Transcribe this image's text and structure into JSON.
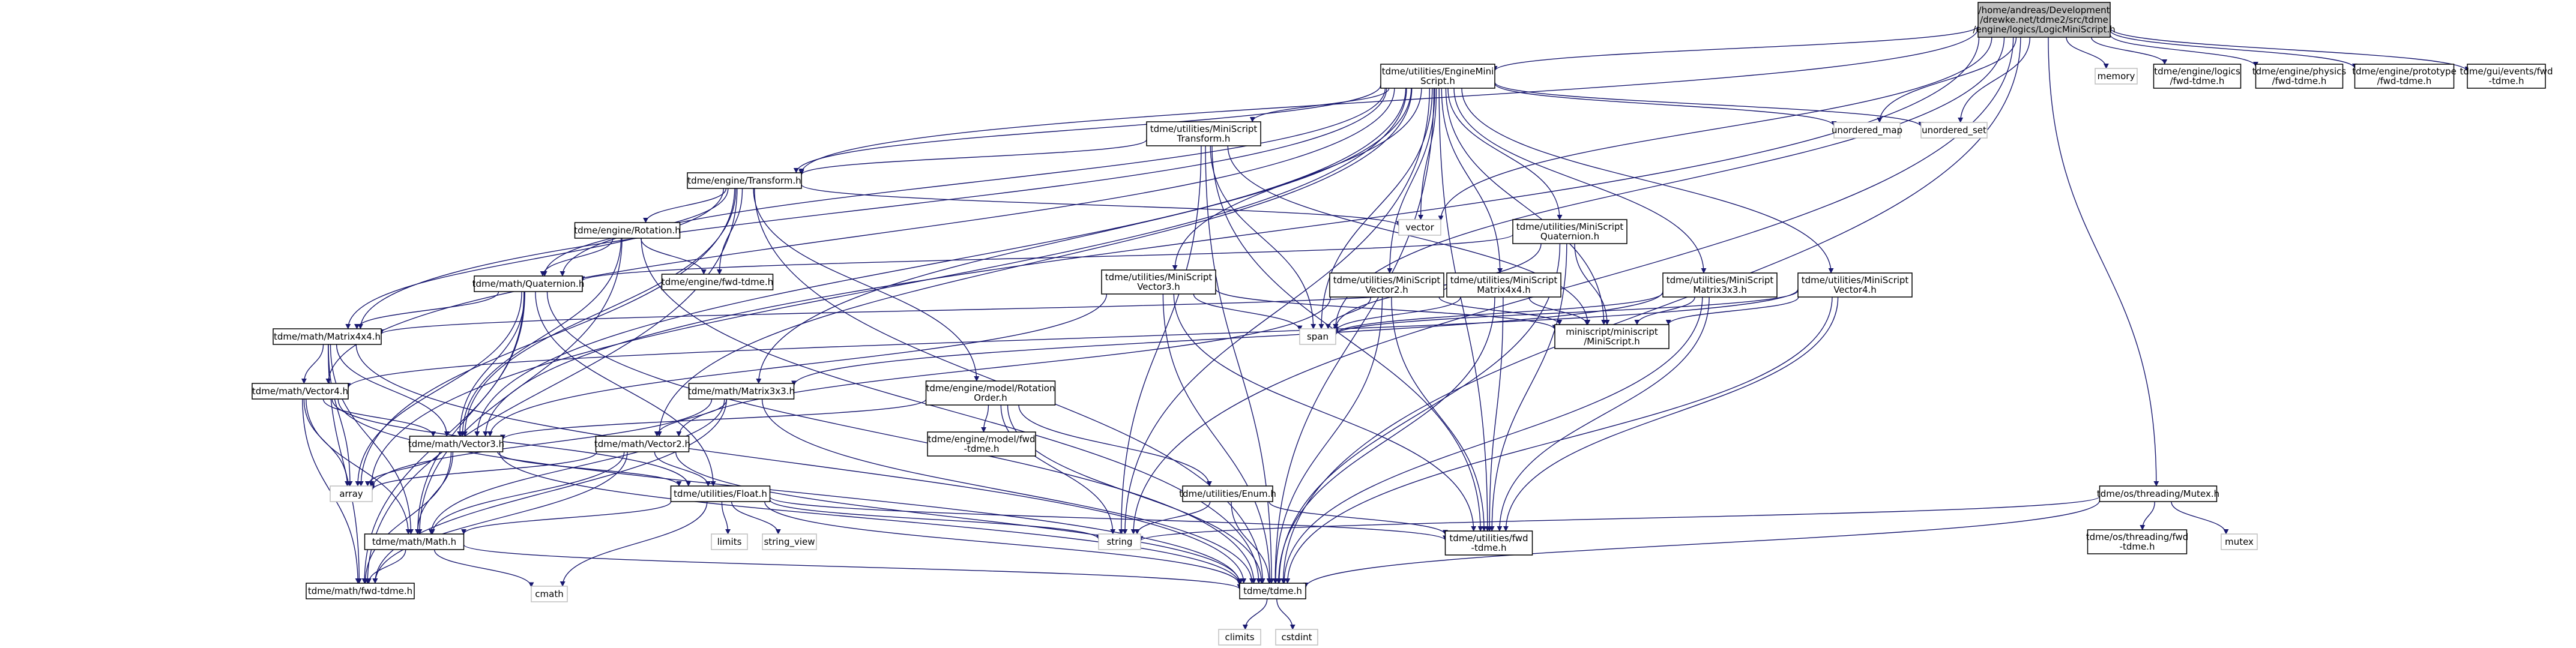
{
  "colors": {
    "edge": "#191970",
    "node_border": "#000000",
    "node_fill": "#ffffff",
    "root_fill": "#bfbfbf",
    "external_border": "#bfbfbf",
    "external_text": "#404040"
  },
  "nodes": [
    {
      "id": "root",
      "lines": [
        "/home/andreas/Development",
        "/drewke.net/tdme2/src/tdme",
        "/engine/logics/LogicMiniScript.h"
      ],
      "kind": "root"
    },
    {
      "id": "ems",
      "lines": [
        "tdme/utilities/EngineMini",
        "Script.h"
      ],
      "kind": "normal"
    },
    {
      "id": "memory",
      "lines": [
        "memory"
      ],
      "kind": "external"
    },
    {
      "id": "logics_fwd",
      "lines": [
        "tdme/engine/logics",
        "/fwd-tdme.h"
      ],
      "kind": "normal"
    },
    {
      "id": "physics_fwd",
      "lines": [
        "tdme/engine/physics",
        "/fwd-tdme.h"
      ],
      "kind": "normal"
    },
    {
      "id": "prototype_fwd",
      "lines": [
        "tdme/engine/prototype",
        "/fwd-tdme.h"
      ],
      "kind": "normal"
    },
    {
      "id": "gui_fwd",
      "lines": [
        "tdme/gui/events/fwd",
        "-tdme.h"
      ],
      "kind": "normal"
    },
    {
      "id": "ms_transform",
      "lines": [
        "tdme/utilities/MiniScript",
        "Transform.h"
      ],
      "kind": "normal"
    },
    {
      "id": "unordered_map",
      "lines": [
        "unordered_map"
      ],
      "kind": "external"
    },
    {
      "id": "unordered_set",
      "lines": [
        "unordered_set"
      ],
      "kind": "external"
    },
    {
      "id": "transform",
      "lines": [
        "tdme/engine/Transform.h"
      ],
      "kind": "normal"
    },
    {
      "id": "vector",
      "lines": [
        "vector"
      ],
      "kind": "external"
    },
    {
      "id": "ms_quaternion",
      "lines": [
        "tdme/utilities/MiniScript",
        "Quaternion.h"
      ],
      "kind": "normal"
    },
    {
      "id": "rotation",
      "lines": [
        "tdme/engine/Rotation.h"
      ],
      "kind": "normal"
    },
    {
      "id": "engine_fwd",
      "lines": [
        "tdme/engine/fwd-tdme.h"
      ],
      "kind": "normal"
    },
    {
      "id": "quaternion",
      "lines": [
        "tdme/math/Quaternion.h"
      ],
      "kind": "normal"
    },
    {
      "id": "ms_vector3",
      "lines": [
        "tdme/utilities/MiniScript",
        "Vector3.h"
      ],
      "kind": "normal"
    },
    {
      "id": "ms_vector2",
      "lines": [
        "tdme/utilities/MiniScript",
        "Vector2.h"
      ],
      "kind": "normal"
    },
    {
      "id": "ms_matrix4x4",
      "lines": [
        "tdme/utilities/MiniScript",
        "Matrix4x4.h"
      ],
      "kind": "normal"
    },
    {
      "id": "ms_matrix3x3",
      "lines": [
        "tdme/utilities/MiniScript",
        "Matrix3x3.h"
      ],
      "kind": "normal"
    },
    {
      "id": "ms_vector4",
      "lines": [
        "tdme/utilities/MiniScript",
        "Vector4.h"
      ],
      "kind": "normal"
    },
    {
      "id": "span",
      "lines": [
        "span"
      ],
      "kind": "external"
    },
    {
      "id": "miniscript",
      "lines": [
        "miniscript/miniscript",
        "/MiniScript.h"
      ],
      "kind": "normal"
    },
    {
      "id": "matrix4x4",
      "lines": [
        "tdme/math/Matrix4x4.h"
      ],
      "kind": "normal"
    },
    {
      "id": "vector4",
      "lines": [
        "tdme/math/Vector4.h"
      ],
      "kind": "normal"
    },
    {
      "id": "matrix3x3",
      "lines": [
        "tdme/math/Matrix3x3.h"
      ],
      "kind": "normal"
    },
    {
      "id": "rotation_order",
      "lines": [
        "tdme/engine/model/Rotation",
        "Order.h"
      ],
      "kind": "normal"
    },
    {
      "id": "model_fwd",
      "lines": [
        "tdme/engine/model/fwd",
        "-tdme.h"
      ],
      "kind": "normal"
    },
    {
      "id": "vector3",
      "lines": [
        "tdme/math/Vector3.h"
      ],
      "kind": "normal"
    },
    {
      "id": "vector2",
      "lines": [
        "tdme/math/Vector2.h"
      ],
      "kind": "normal"
    },
    {
      "id": "enum",
      "lines": [
        "tdme/utilities/Enum.h"
      ],
      "kind": "normal"
    },
    {
      "id": "array",
      "lines": [
        "array"
      ],
      "kind": "external"
    },
    {
      "id": "float",
      "lines": [
        "tdme/utilities/Float.h"
      ],
      "kind": "normal"
    },
    {
      "id": "mutex_h",
      "lines": [
        "tdme/os/threading/Mutex.h"
      ],
      "kind": "normal"
    },
    {
      "id": "threading_fwd",
      "lines": [
        "tdme/os/threading/fwd",
        "-tdme.h"
      ],
      "kind": "normal"
    },
    {
      "id": "mutex",
      "lines": [
        "mutex"
      ],
      "kind": "external"
    },
    {
      "id": "limits",
      "lines": [
        "limits"
      ],
      "kind": "external"
    },
    {
      "id": "string_view",
      "lines": [
        "string_view"
      ],
      "kind": "external"
    },
    {
      "id": "string",
      "lines": [
        "string"
      ],
      "kind": "external"
    },
    {
      "id": "utilities_fwd",
      "lines": [
        "tdme/utilities/fwd",
        "-tdme.h"
      ],
      "kind": "normal"
    },
    {
      "id": "math",
      "lines": [
        "tdme/math/Math.h"
      ],
      "kind": "normal"
    },
    {
      "id": "cmath",
      "lines": [
        "cmath"
      ],
      "kind": "external"
    },
    {
      "id": "math_fwd",
      "lines": [
        "tdme/math/fwd-tdme.h"
      ],
      "kind": "normal"
    },
    {
      "id": "tdme",
      "lines": [
        "tdme/tdme.h"
      ],
      "kind": "normal"
    },
    {
      "id": "climits",
      "lines": [
        "climits"
      ],
      "kind": "external"
    },
    {
      "id": "cstdint",
      "lines": [
        "cstdint"
      ],
      "kind": "external"
    }
  ],
  "edges": [
    [
      "root",
      "ems"
    ],
    [
      "root",
      "memory"
    ],
    [
      "root",
      "logics_fwd"
    ],
    [
      "root",
      "physics_fwd"
    ],
    [
      "root",
      "prototype_fwd"
    ],
    [
      "root",
      "gui_fwd"
    ],
    [
      "root",
      "mutex_h"
    ],
    [
      "root",
      "transform"
    ],
    [
      "root",
      "vector3"
    ],
    [
      "root",
      "string"
    ],
    [
      "root",
      "span"
    ],
    [
      "root",
      "unordered_map"
    ],
    [
      "root",
      "unordered_set"
    ],
    [
      "root",
      "vector"
    ],
    [
      "root",
      "tdme"
    ],
    [
      "ems",
      "ms_transform"
    ],
    [
      "ems",
      "ms_quaternion"
    ],
    [
      "ems",
      "ms_vector3"
    ],
    [
      "ems",
      "ms_vector2"
    ],
    [
      "ems",
      "ms_matrix4x4"
    ],
    [
      "ems",
      "ms_matrix3x3"
    ],
    [
      "ems",
      "ms_vector4"
    ],
    [
      "ems",
      "transform"
    ],
    [
      "ems",
      "miniscript"
    ],
    [
      "ems",
      "span"
    ],
    [
      "ems",
      "vector"
    ],
    [
      "ems",
      "unordered_map"
    ],
    [
      "ems",
      "unordered_set"
    ],
    [
      "ems",
      "string"
    ],
    [
      "ems",
      "tdme"
    ],
    [
      "ems",
      "utilities_fwd"
    ],
    [
      "ems",
      "quaternion"
    ],
    [
      "ems",
      "matrix4x4"
    ],
    [
      "ems",
      "vector4"
    ],
    [
      "ems",
      "matrix3x3"
    ],
    [
      "ems",
      "vector3"
    ],
    [
      "ems",
      "vector2"
    ],
    [
      "ems",
      "array"
    ],
    [
      "ms_transform",
      "transform"
    ],
    [
      "ms_transform",
      "miniscript"
    ],
    [
      "ms_transform",
      "span"
    ],
    [
      "ms_transform",
      "string"
    ],
    [
      "ms_transform",
      "tdme"
    ],
    [
      "ms_transform",
      "utilities_fwd"
    ],
    [
      "transform",
      "rotation"
    ],
    [
      "transform",
      "engine_fwd"
    ],
    [
      "transform",
      "quaternion"
    ],
    [
      "transform",
      "matrix4x4"
    ],
    [
      "transform",
      "vector3"
    ],
    [
      "transform",
      "rotation_order"
    ],
    [
      "transform",
      "vector"
    ],
    [
      "transform",
      "array"
    ],
    [
      "transform",
      "tdme"
    ],
    [
      "transform",
      "math_fwd"
    ],
    [
      "rotation",
      "engine_fwd"
    ],
    [
      "rotation",
      "quaternion"
    ],
    [
      "rotation",
      "vector3"
    ],
    [
      "rotation",
      "math"
    ],
    [
      "rotation",
      "tdme"
    ],
    [
      "quaternion",
      "matrix4x4"
    ],
    [
      "quaternion",
      "vector3"
    ],
    [
      "quaternion",
      "math"
    ],
    [
      "quaternion",
      "float"
    ],
    [
      "quaternion",
      "array"
    ],
    [
      "quaternion",
      "tdme"
    ],
    [
      "quaternion",
      "math_fwd"
    ],
    [
      "ms_quaternion",
      "quaternion"
    ],
    [
      "ms_quaternion",
      "miniscript"
    ],
    [
      "ms_quaternion",
      "span"
    ],
    [
      "ms_quaternion",
      "tdme"
    ],
    [
      "ms_quaternion",
      "utilities_fwd"
    ],
    [
      "ms_vector3",
      "vector3"
    ],
    [
      "ms_vector3",
      "miniscript"
    ],
    [
      "ms_vector3",
      "span"
    ],
    [
      "ms_vector3",
      "tdme"
    ],
    [
      "ms_vector3",
      "utilities_fwd"
    ],
    [
      "ms_vector2",
      "vector2"
    ],
    [
      "ms_vector2",
      "miniscript"
    ],
    [
      "ms_vector2",
      "span"
    ],
    [
      "ms_vector2",
      "tdme"
    ],
    [
      "ms_vector2",
      "utilities_fwd"
    ],
    [
      "ms_matrix4x4",
      "matrix4x4"
    ],
    [
      "ms_matrix4x4",
      "miniscript"
    ],
    [
      "ms_matrix4x4",
      "span"
    ],
    [
      "ms_matrix4x4",
      "tdme"
    ],
    [
      "ms_matrix4x4",
      "utilities_fwd"
    ],
    [
      "ms_matrix3x3",
      "matrix3x3"
    ],
    [
      "ms_matrix3x3",
      "miniscript"
    ],
    [
      "ms_matrix3x3",
      "span"
    ],
    [
      "ms_matrix3x3",
      "tdme"
    ],
    [
      "ms_matrix3x3",
      "utilities_fwd"
    ],
    [
      "ms_vector4",
      "vector4"
    ],
    [
      "ms_vector4",
      "miniscript"
    ],
    [
      "ms_vector4",
      "span"
    ],
    [
      "ms_vector4",
      "tdme"
    ],
    [
      "ms_vector4",
      "utilities_fwd"
    ],
    [
      "matrix4x4",
      "vector3"
    ],
    [
      "matrix4x4",
      "vector4"
    ],
    [
      "matrix4x4",
      "math"
    ],
    [
      "matrix4x4",
      "array"
    ],
    [
      "matrix4x4",
      "tdme"
    ],
    [
      "matrix4x4",
      "math_fwd"
    ],
    [
      "vector4",
      "vector3"
    ],
    [
      "vector4",
      "math"
    ],
    [
      "vector4",
      "float"
    ],
    [
      "vector4",
      "array"
    ],
    [
      "vector4",
      "tdme"
    ],
    [
      "vector4",
      "math_fwd"
    ],
    [
      "matrix3x3",
      "vector2"
    ],
    [
      "matrix3x3",
      "math"
    ],
    [
      "matrix3x3",
      "array"
    ],
    [
      "matrix3x3",
      "tdme"
    ],
    [
      "matrix3x3",
      "math_fwd"
    ],
    [
      "rotation_order",
      "model_fwd"
    ],
    [
      "rotation_order",
      "vector3"
    ],
    [
      "rotation_order",
      "enum"
    ],
    [
      "rotation_order",
      "string"
    ],
    [
      "rotation_order",
      "tdme"
    ],
    [
      "vector3",
      "math"
    ],
    [
      "vector3",
      "float"
    ],
    [
      "vector3",
      "array"
    ],
    [
      "vector3",
      "tdme"
    ],
    [
      "vector3",
      "math_fwd"
    ],
    [
      "vector2",
      "math"
    ],
    [
      "vector2",
      "float"
    ],
    [
      "vector2",
      "array"
    ],
    [
      "vector2",
      "tdme"
    ],
    [
      "vector2",
      "math_fwd"
    ],
    [
      "enum",
      "string"
    ],
    [
      "enum",
      "tdme"
    ],
    [
      "enum",
      "utilities_fwd"
    ],
    [
      "float",
      "limits"
    ],
    [
      "float",
      "string_view"
    ],
    [
      "float",
      "string"
    ],
    [
      "float",
      "math"
    ],
    [
      "float",
      "cmath"
    ],
    [
      "float",
      "tdme"
    ],
    [
      "float",
      "utilities_fwd"
    ],
    [
      "mutex_h",
      "threading_fwd"
    ],
    [
      "mutex_h",
      "mutex"
    ],
    [
      "mutex_h",
      "string"
    ],
    [
      "mutex_h",
      "tdme"
    ],
    [
      "math",
      "cmath"
    ],
    [
      "math",
      "math_fwd"
    ],
    [
      "math",
      "tdme"
    ],
    [
      "tdme",
      "climits"
    ],
    [
      "tdme",
      "cstdint"
    ]
  ]
}
